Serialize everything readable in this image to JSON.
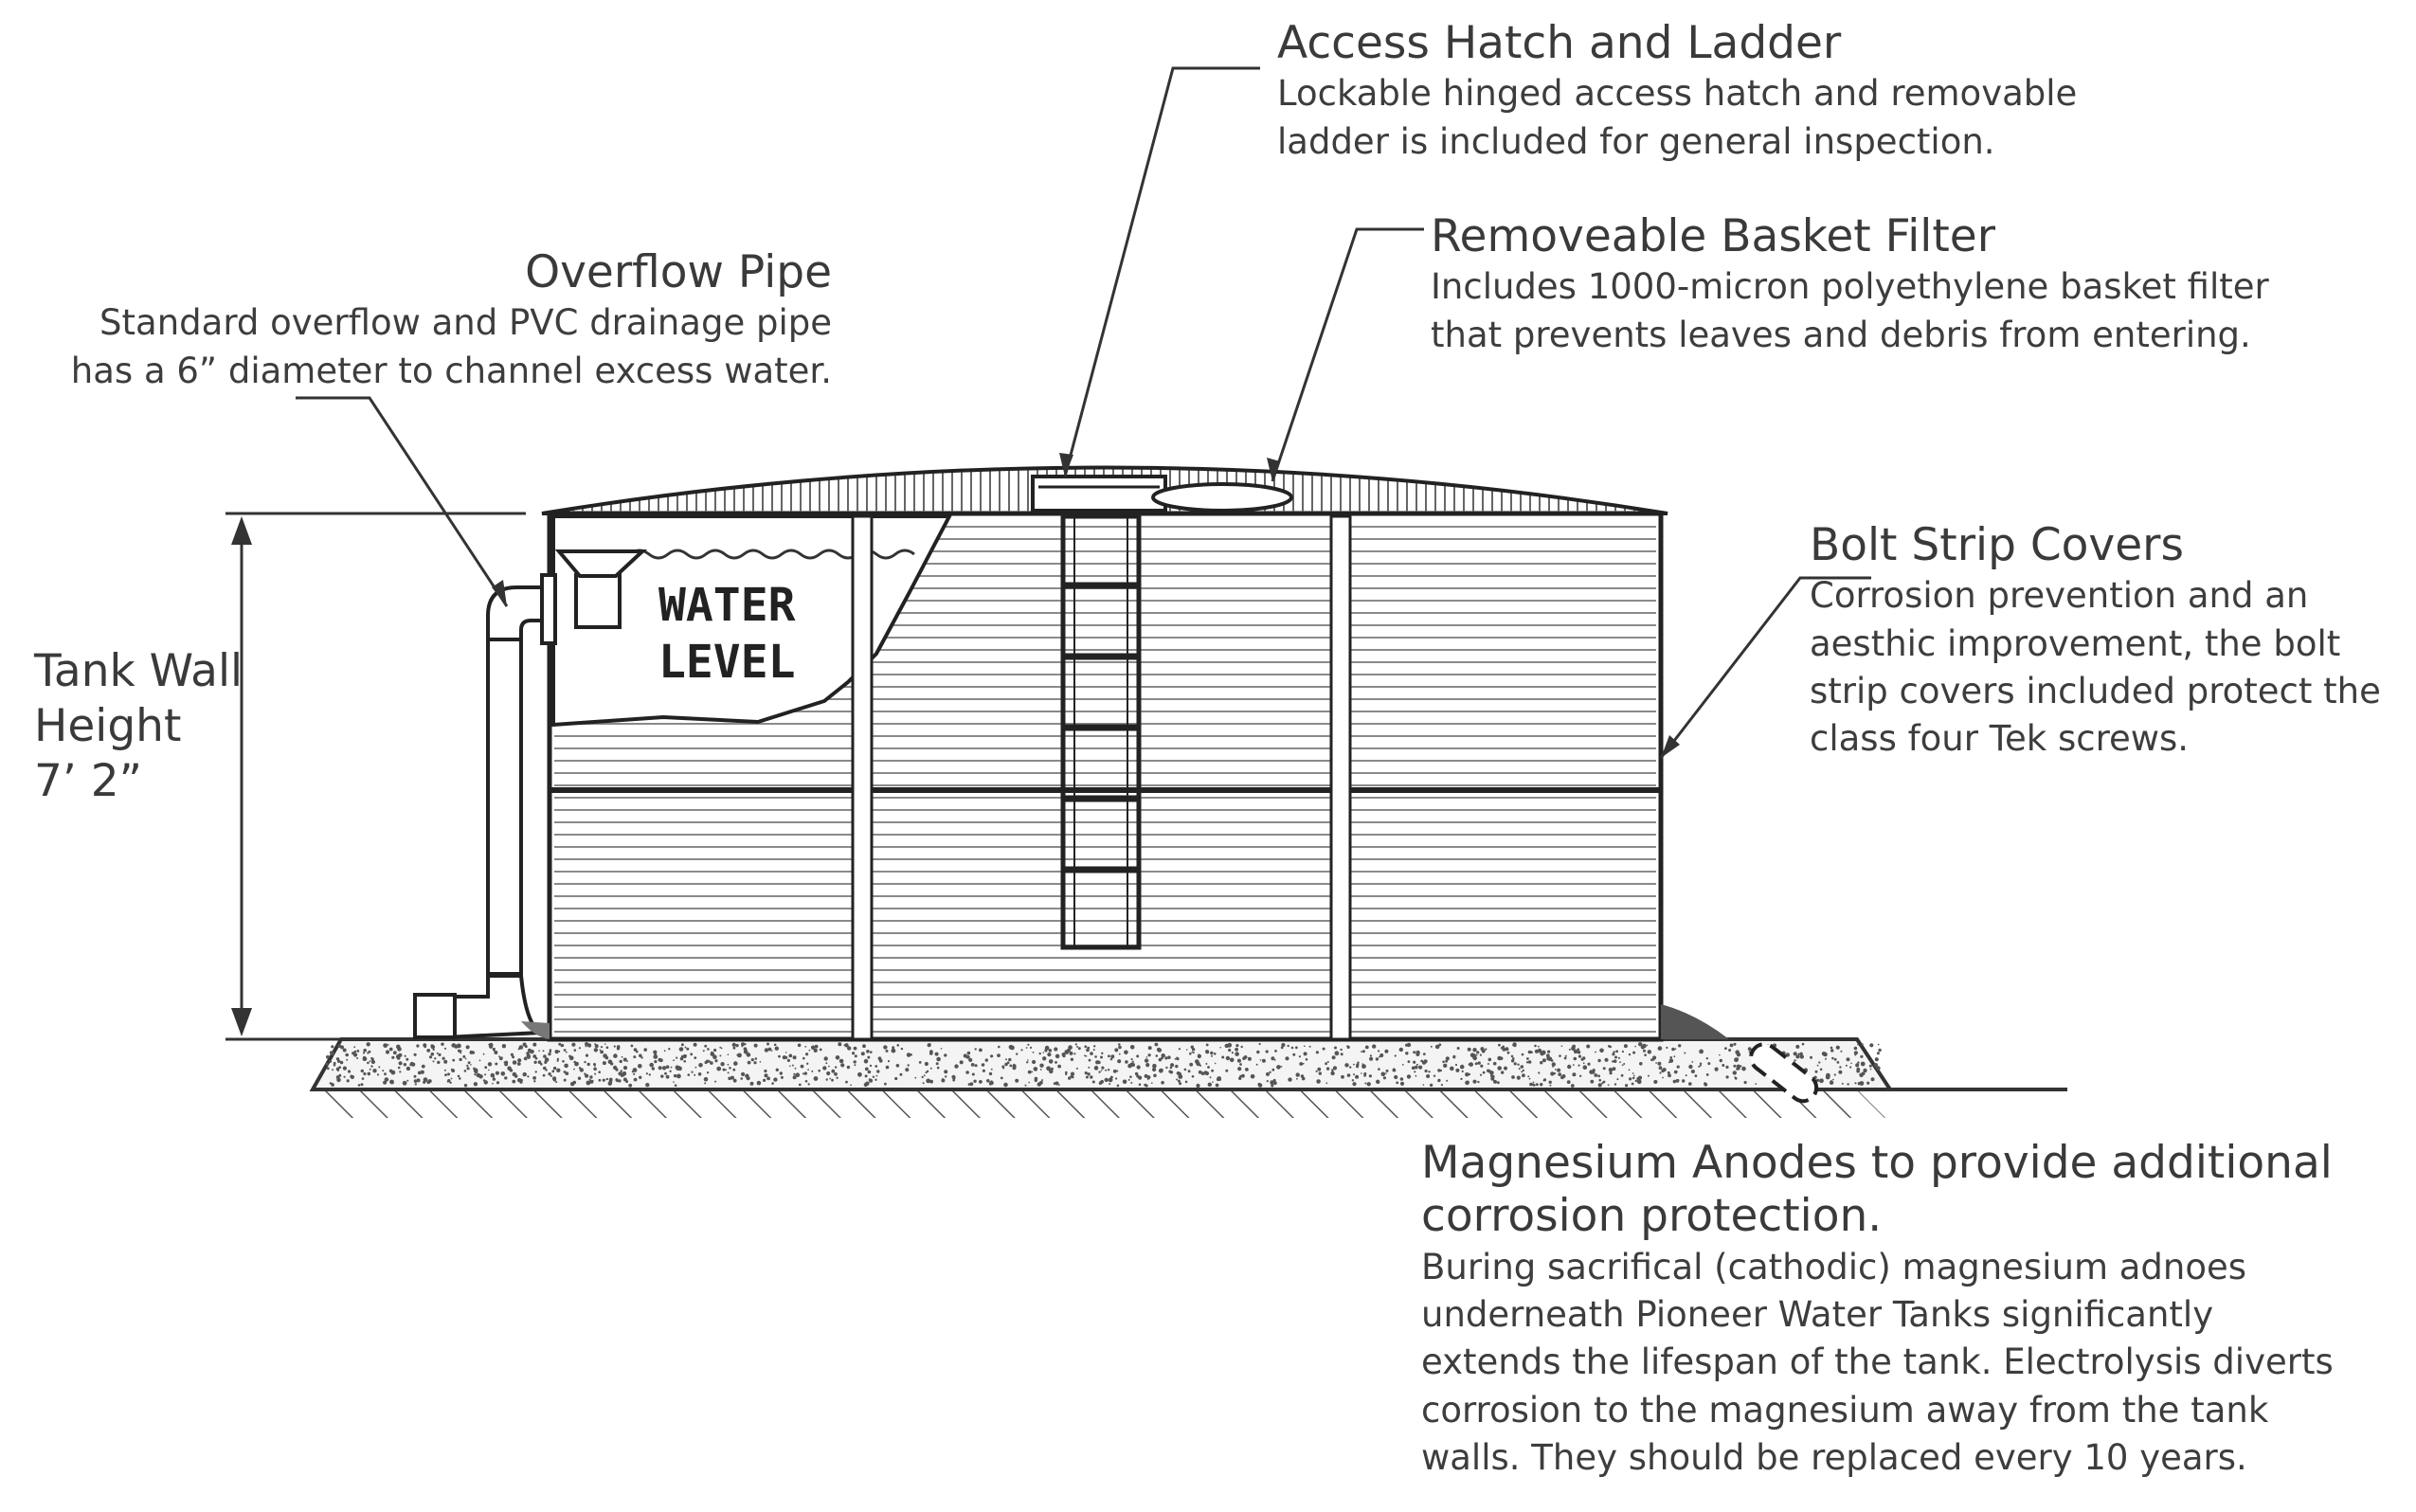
{
  "water_level_label": [
    "WATER",
    "LEVEL"
  ],
  "tank_wall": {
    "lines": [
      "Tank Wall",
      "Height",
      "7’ 2”"
    ]
  },
  "overflow_pipe": {
    "title": "Overflow Pipe",
    "lines": [
      "Standard overflow and PVC drainage pipe",
      "has a 6” diameter to channel excess water."
    ]
  },
  "access_hatch": {
    "title": "Access Hatch and Ladder",
    "lines": [
      "Lockable hinged access hatch and removable",
      "ladder is included for general inspection."
    ]
  },
  "basket_filter": {
    "title": "Removeable Basket Filter",
    "lines": [
      "Includes 1000-micron polyethylene basket filter",
      "that prevents leaves and debris from entering."
    ]
  },
  "bolt_strip": {
    "title": "Bolt Strip Covers",
    "lines": [
      "Corrosion prevention and an",
      "aesthic improvement, the bolt",
      "strip covers included protect the",
      "class four Tek screws."
    ]
  },
  "anodes": {
    "title_lines": [
      "Magnesium Anodes to provide additional",
      "corrosion protection."
    ],
    "lines": [
      "Buring sacrifical (cathodic) magnesium adnoes",
      "underneath Pioneer Water Tanks significantly",
      "extends the lifespan of the tank. Electrolysis diverts",
      "corrosion to the magnesium away from the tank",
      "walls. They should be replaced every 10 years."
    ]
  }
}
